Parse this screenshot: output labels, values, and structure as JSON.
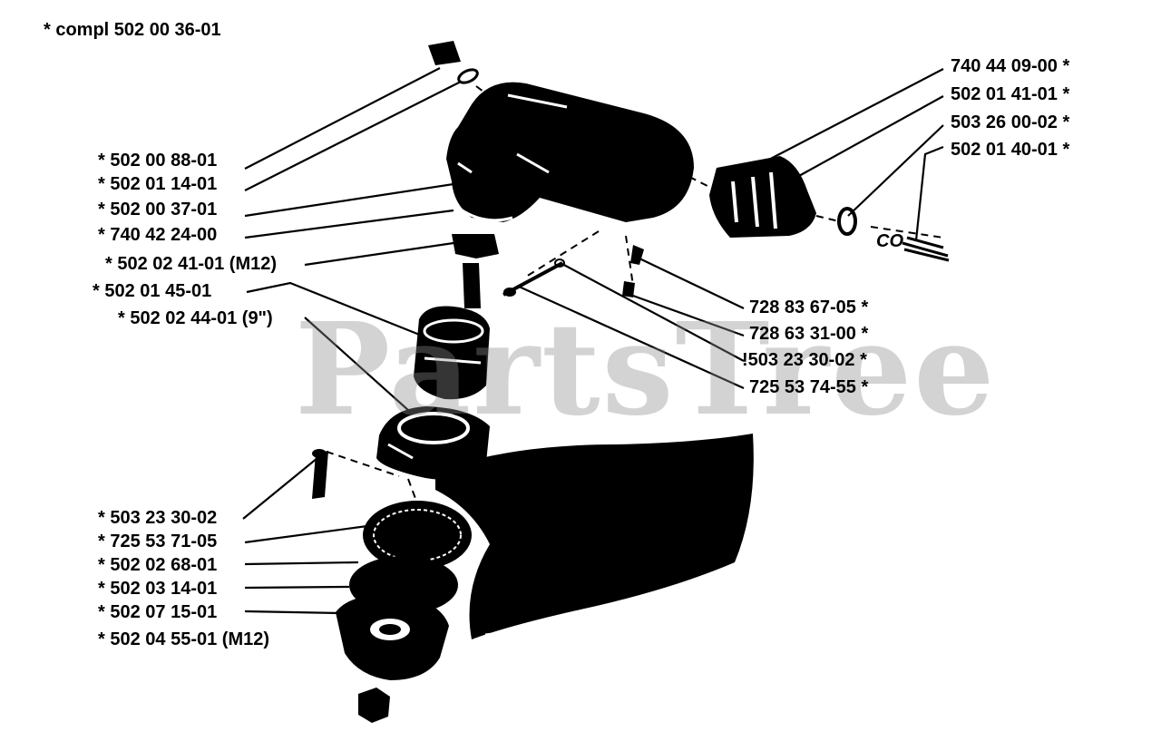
{
  "header": {
    "assembly_label": "*  compl 502 00 36-01"
  },
  "watermark": "PartsTree",
  "callouts_left": [
    "*  502 00 88-01",
    "*  502 01 14-01",
    "*  502 00 37-01",
    "*  740 42 24-00",
    "*  502 02 41-01 (M12)",
    "*  502 01 45-01",
    "*  502 02 44-01 (9\")",
    "*  503 23 30-02",
    "*  725 53 71-05",
    "*  502 02 68-01",
    "*  502 03 14-01",
    "*  502 07 15-01",
    "*  502 04 55-01 (M12)"
  ],
  "callouts_right": [
    "740 44 09-00  *",
    "502 01 41-01  *",
    "503 26 00-02  *",
    "502 01 40-01  *",
    "728 83 67-05  *",
    "728 63 31-00  *",
    "!503 23 30-02  *",
    "725 53 74-55  *"
  ],
  "stamp_text": "CO",
  "colors": {
    "ink": "#000000",
    "paper": "#ffffff",
    "watermark": "#8c8c8c"
  }
}
